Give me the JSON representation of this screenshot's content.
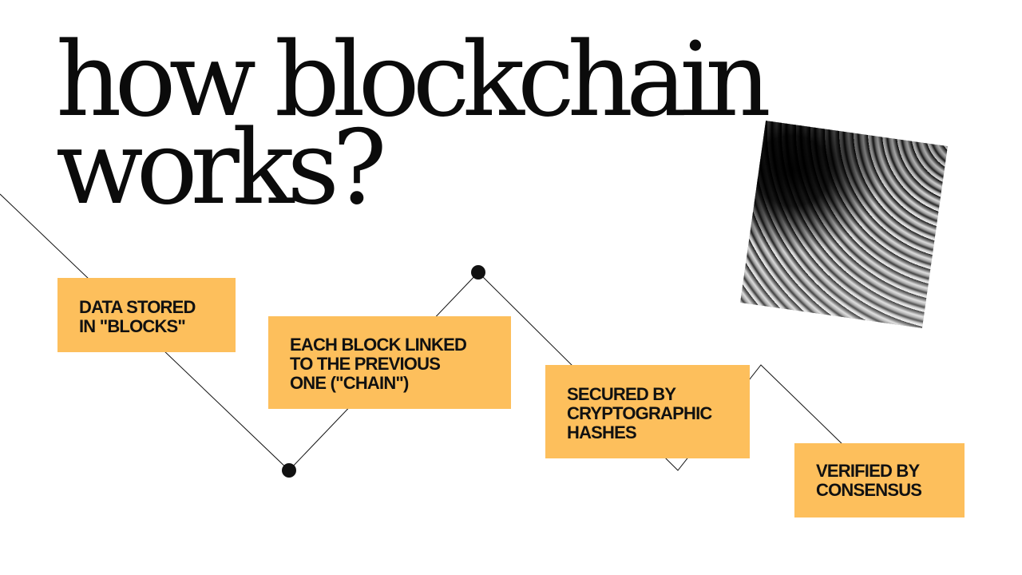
{
  "slide": {
    "title_line1": "how blockchain",
    "title_line2": "works?",
    "steps": [
      {
        "text": "DATA STORED\nIN \"BLOCKS\""
      },
      {
        "text": "EACH BLOCK LINKED\nTO THE PREVIOUS\nONE (\"CHAIN\")"
      },
      {
        "text": "SECURED BY\nCRYPTOGRAPHIC\nHASHES"
      },
      {
        "text": "VERIFIED BY\nCONSENSUS"
      }
    ]
  },
  "colors": {
    "accent": "#fdbf5c",
    "text": "#111111",
    "background": "#ffffff"
  }
}
